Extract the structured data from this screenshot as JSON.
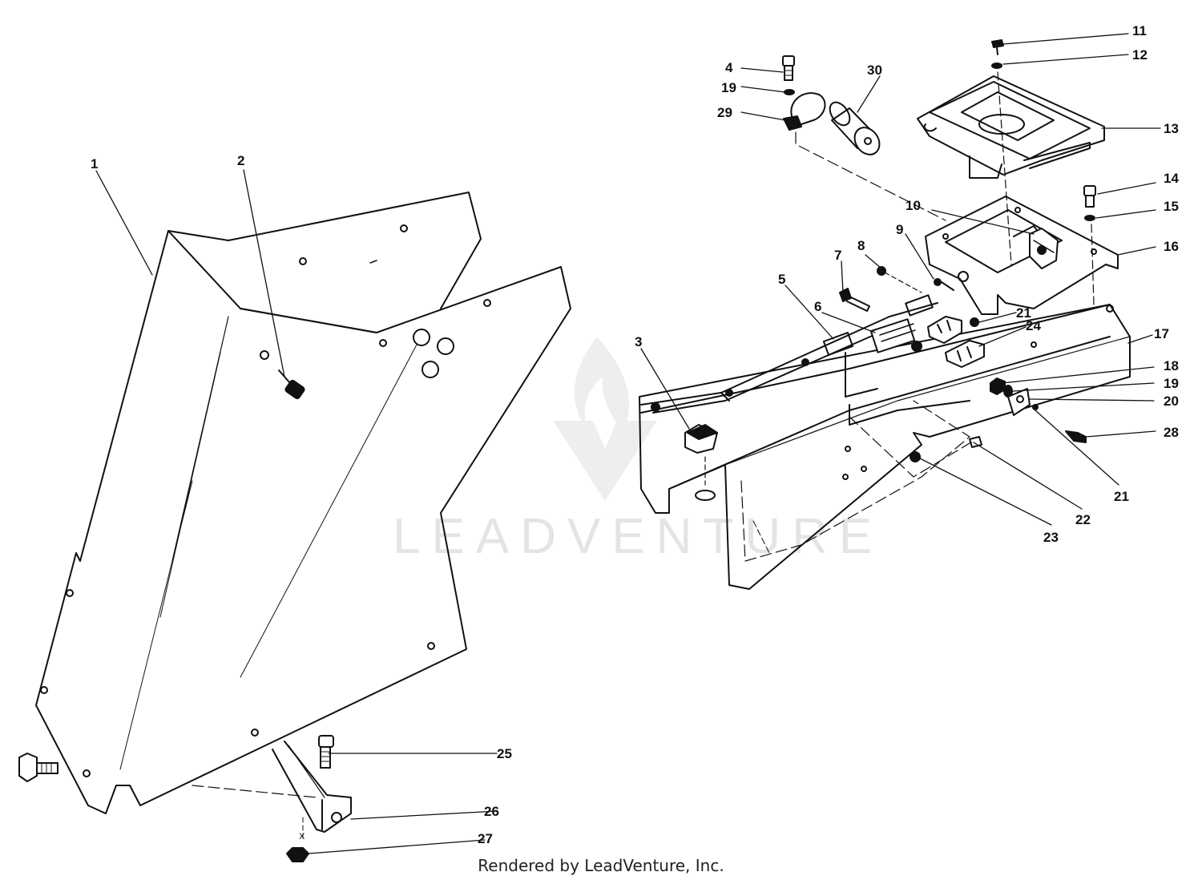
{
  "watermark": {
    "text": "LEADVENTURE"
  },
  "footer": {
    "credit": "Rendered by LeadVenture, Inc."
  },
  "callouts": {
    "c1": "1",
    "c2": "2",
    "c3": "3",
    "c4": "4",
    "c5": "5",
    "c6": "6",
    "c7": "7",
    "c8": "8",
    "c9": "9",
    "c10": "10",
    "c11": "11",
    "c12": "12",
    "c13": "13",
    "c14": "14",
    "c15": "15",
    "c16": "16",
    "c17": "17",
    "c18": "18",
    "c19a": "19",
    "c19b": "19",
    "c20": "20",
    "c21a": "21",
    "c21b": "21",
    "c22": "22",
    "c23": "23",
    "c24": "24",
    "c25": "25",
    "c26": "26",
    "c27": "27",
    "c28": "28",
    "c29": "29",
    "c30": "30",
    "cX": "X"
  }
}
